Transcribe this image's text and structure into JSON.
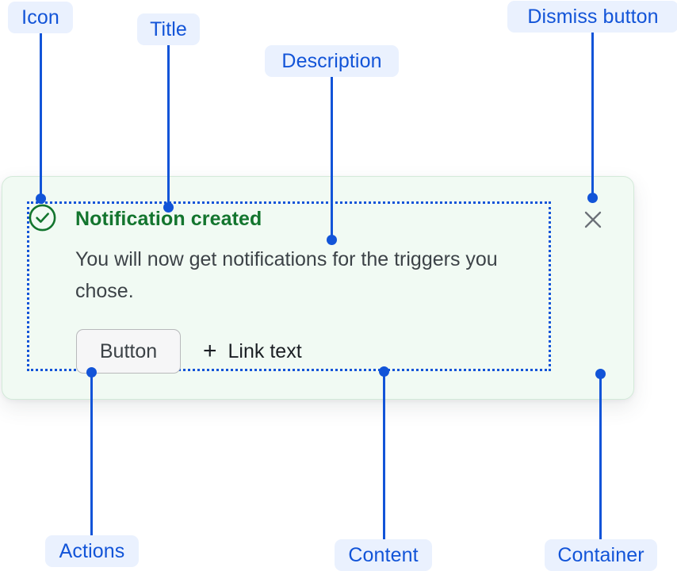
{
  "annotations": [
    {
      "key": "icon",
      "label": "Icon"
    },
    {
      "key": "title",
      "label": "Title"
    },
    {
      "key": "desc",
      "label": "Description"
    },
    {
      "key": "dismiss",
      "label": "Dismiss button"
    },
    {
      "key": "actions",
      "label": "Actions"
    },
    {
      "key": "content",
      "label": "Content"
    },
    {
      "key": "container",
      "label": "Container"
    }
  ],
  "notification": {
    "status_icon": "check-circle-icon",
    "title": "Notification created",
    "description": "You will now get notifications for the triggers you chose.",
    "actions": {
      "button_label": "Button",
      "link_plus_icon": "plus-icon",
      "link_label": "Link text"
    },
    "dismiss_icon": "close-icon"
  },
  "colors": {
    "annotation_text": "#1254d8",
    "annotation_pill_bg": "#eaf1fe",
    "leader_line": "#1254d8",
    "card_bg": "#f1faf3",
    "card_border": "#d3ead9",
    "success_green": "#13752e",
    "body_text": "#3c4247",
    "button_bg": "#f6f6f7",
    "button_border": "#b8b9bb",
    "link_text": "#1b1f24",
    "dismiss_icon": "#6b7077"
  }
}
